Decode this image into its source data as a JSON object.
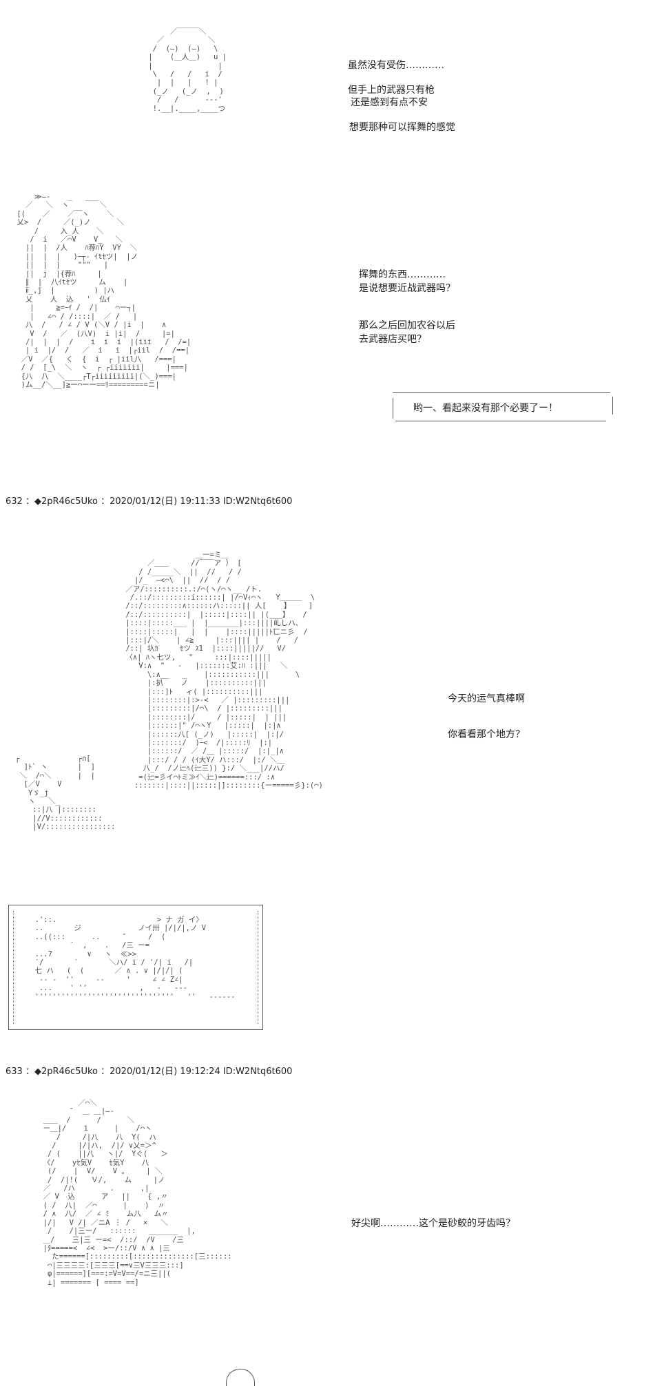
{
  "art": {
    "a1": [
      "         ／￣￣￣＼",
      "      ／          ＼",
      "     /  (—)  (—)   \\",
      "    |    (＿人＿)   u |",
      "    |               |",
      "     \\   /   /   i  /",
      "      |  |   |   ! |",
      "     (_ノ   (_ノ  ,  )",
      "      /   /      ---'",
      "     !.__|.____,____つ"
    ],
    "a2": [
      "     ≫―-    _   ___",
      "   ／   ＼  ヽ       ＼",
      " [(    ／    ／￣ヽ    ＼",
      " 乂>  /     ／(_)ノ      ＼",
      "     /     入_人    ＼",
      "    /  i   ／⌒V    V_   ＼",
      "   ||  |  /人    ﾊ荐ﾊY  VY  ＼",
      "   ||  |  |   )ｰ┬‐ ｲtｾツ|  |ノ",
      "   ||  |  |    \"\"\"   |",
      "   ||  j  |{荐ﾊ     |",
      "   ∥  |  八ｲtｾツ     ム    |",
      "   ⅱ_,j  |         ) |ハ",
      "   乂    人  込   '  仏ｲ",
      "    |     ≧=ｰｲ /  /|    ⌒ー┐|",
      "    |   ∠⌒ / /::::|  ／ /   |",
      "   八  /   / ∠ / V (＼V / |i  |    ∧",
      "    V  /   ／  (八V)  i |i|  /     |=|",
      "   /|  |  |  /    i  i  i  |(iii   /  /=|",
      "   | i  |/  /   ／  i   i  |┌iil  /  /==|",
      "  ／V  ／{   く  {  i  ┌ |iil八   /===|",
      "  / /  [_\\  ＼  ヽ  ┌ ┌iiiiiii|     |===|",
      "  {八  八  ＼____┌T┌iiiiiiiii|(＼_)===|",
      "  )ム__/＼__]≧ー⌒ー一==ﾘ=========ニ|"
    ],
    "a3": [
      "                 ＿一=ミ＿",
      "      ／＿＿     //￣￣ア ） [",
      "    / /_____＼  ||  //   / /",
      "   |/_  —<⌒\\  ||  //  / /",
      " ／ア/::::::::::.:/⌒(ヽ/⌒ヽ__ /ト.",
      "  /.::/:::::::::i::::::| |/⌒Vｨ⌒ヽ   Y＿＿＿  \\",
      " /::/:::::::::∧::::::ハ:::::|| 人[    】    ]",
      " /::/::::::::::|  |:::::|::::|| |(___】   /",
      " |::::|:::::___ |  |_______|:::||||乢しハ、",
      " |::::|:::::|   |  |    |::::|||||ﾄ匸ニ彡  /",
      " |:::|/＼    | ∠≧     |:::|||| |    /   /",
      " /::| 圦ｶ     ｾツ ｽ1  |::::|||||//   V/",
      " 〈∧| ﾊヽ七ツ,   \"     :::|::::|||||",
      "    V:∧  \"   ‐   |:::::::艾:ﾊ :|||   ＼",
      "      \\:∧__   _    |:::::::::::|||      \\",
      "      |:扒    ノ    |::::::::::|||",
      "      |:::]ﾄ   ィ( |::::::::::|||",
      "      |::::::::|:>-<   ／ |:::::::::|||",
      "      |:::::::::|/⌒\\  / |:::::::::|||",
      "      |::::::::|/     / |:::::|  | |||",
      "      |::::::|\" /⌒ヽY   |:::::|  |:|∧",
      "      |::::::八[ (_ノ)   |:::::|  |:|/",
      "      |:::::::/  )ｰ<  /|:::::ﾘ  |:|",
      "      |::::::/  ／ /＿ |:::::/  |:|_|∧",
      "      |:::/ / / (ｲ大Y/ ハ:::/  |:/ ＼＿",
      "     八_/  /ノ辷ﾍ(辷三)) }:/ ＼___|//ハ/",
      "    =(辷=彡イ⌒ﾄミ≫ｲ＼辷)======:::/ :∧",
      "   :::::::|::::||:::::|]::::::::{ー=====彡}:(⌒)"
    ],
    "a3_side": [
      "┌",
      "  ]ﾄ` ヽ",
      " ＼  /⌒＼",
      "  [／V    V",
      "   Yゞ_j",
      "   ヽ   ＼_",
      "    ::|八 |::::::::",
      "    |//V::::::::::::",
      "    |V/::::::::::::::::"
    ],
    "a3_small": [
      "  ┌∩[",
      "  |  ]",
      "  |  |"
    ],
    "a4": [
      "  .'::.                       > ナ ガ イ〉",
      "  ..       ジ             ノイ卅 |/|/|,ノ V",
      "  ..((:::      ..     ″     /  (",
      "          ′  ,    .   /三 ー=",
      "  ...7        ∨   ヽ  ≪>>",
      "  ′/       ′       ＼ハ/ i / '/| i   /|",
      "  七 ハ   (  (       ／ ∧ . ∨ |/|/| (",
      "   -- -  ''     --     '     ∠ ∠ Z∠|",
      "   ...    ' ''            ,   -   ---",
      "  ''''''''''''''''''''''''''''''''   ''   ------"
    ],
    "a5": [
      "          ／⌒＼",
      "        ″  ＿ ＿|―-",
      "  ＿＿  /      /      ＼",
      "  ー＿|/    i      |    /⌒ヽ",
      "     /     /|八    八  Y(  ハ",
      "    /     |/|ハ,  /|/ ∨乂=＞^",
      "   / (    ||八   ヽ|/  Yぐ(   ＞",
      "  〈/    yｾ気V    ｾ気Y    八",
      "   (/    |  V/    V 。    | ＼",
      "   /  /|!(   Ｖ/,    ム     |ノ",
      "  ／   /ハ        .      ,|",
      "  ／ V  込      ア   ||    { ,〃",
      "  ( /  八|  ／⌒      |    )  〃",
      "  / ∧  八/  ／ ∠ ﾐ    ム八   ム〃",
      "  |/|   V /| ／ニA ︙ /   ×   ＼",
      "   /    /|三ー/   ::::::   ＿_____  |,",
      "  ＿/    三|三 ー=<  /::/  /V    /三",
      "  |ﾀ=====<  ∠<  >ー/::/V ∧ ∧ |三",
      "    た======[:::::::::[::::::::::::::[三::::::",
      "   ⌒|三三三三:[三三三[==∨三V三三三:::]",
      "   φ|======][===:=V=V==/=ニ三||(",
      "   ⊥| ======= [ ==== ==]"
    ]
  },
  "texts": {
    "s1": [
      "虽然没有受伤…………",
      "但手上的武器只有枪",
      "还是感到有点不安",
      "想要那种可以挥舞的感觉"
    ],
    "s2": [
      "挥舞的东西…………",
      "是说想要近战武器吗？",
      "那么之后回加农谷以后",
      "去武器店买吧？"
    ],
    "bubble": "哟一、看起来没有那个必要了ー！",
    "s3": [
      "今天的运气真棒啊",
      "你看看那个地方？"
    ],
    "s4": "好尖啊…………这个是砂鲛的牙齿吗？"
  },
  "posts": [
    "632 ：◆2pR46c5Uko ：2020/01/12(日) 19:11:33 ID:W2Ntq6t600",
    "633 ：◆2pR46c5Uko ：2020/01/12(日) 19:12:24 ID:W2Ntq6t600"
  ]
}
